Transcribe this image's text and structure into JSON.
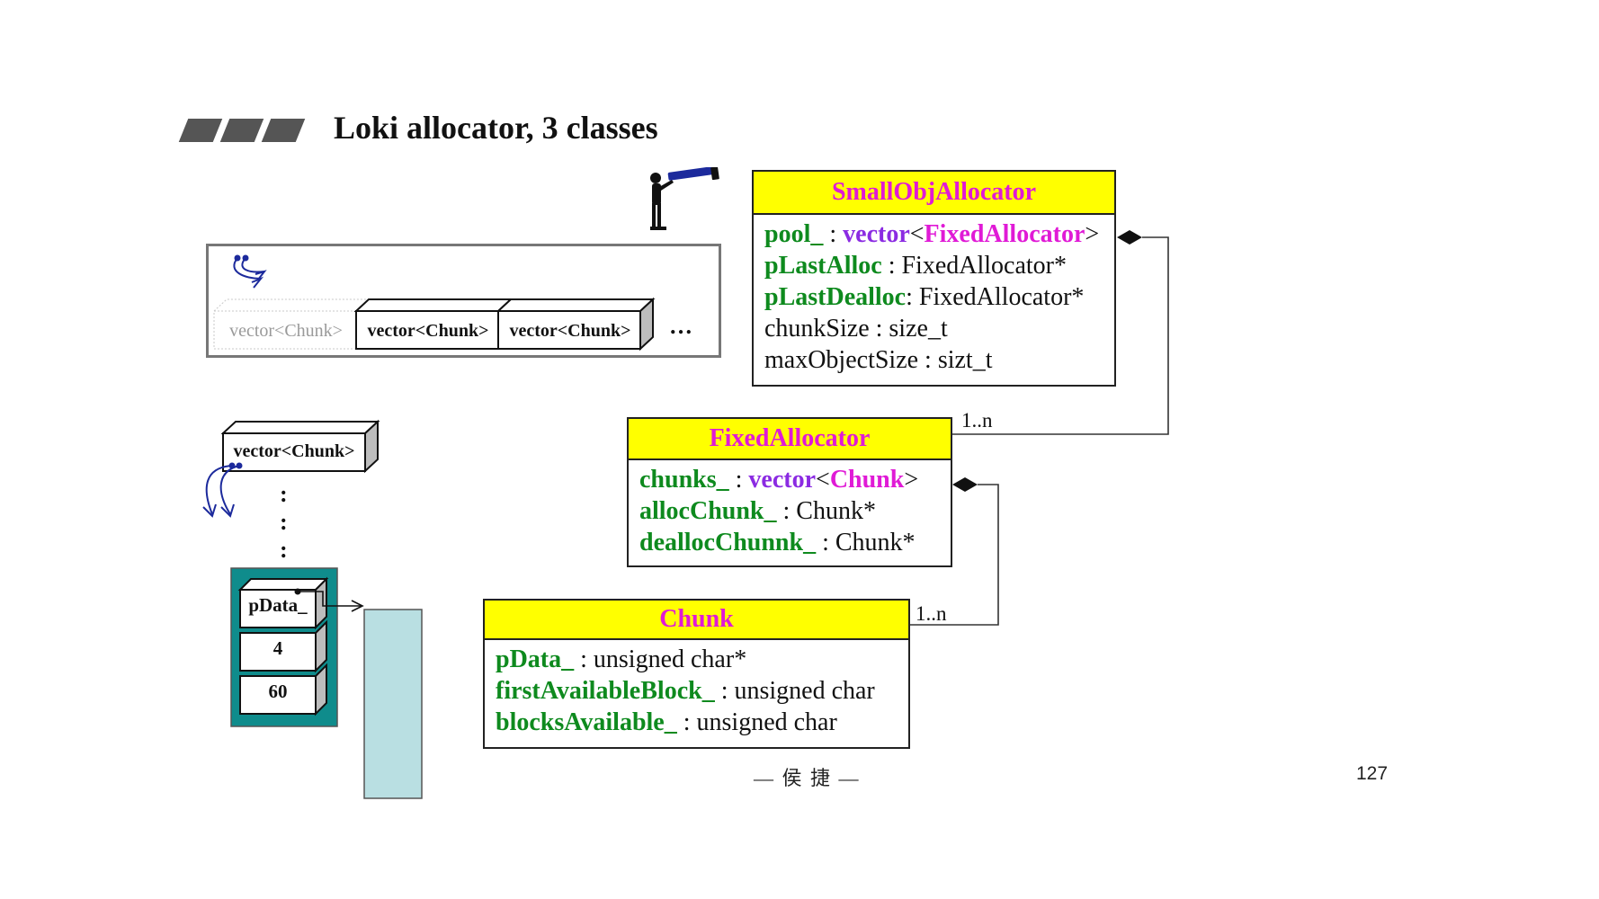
{
  "title": "Loki allocator, 3 classes",
  "classes": {
    "smallobj": {
      "name": "SmallObjAllocator",
      "rows": [
        {
          "name": "pool_",
          "sep": " : ",
          "type_a": "vector",
          "lt": "<",
          "type_b": "FixedAllocator",
          "gt": ">"
        },
        {
          "name": "pLastAlloc",
          "rest": " : FixedAllocator*"
        },
        {
          "name": "pLastDealloc",
          "rest": ": FixedAllocator*"
        },
        {
          "plain": "chunkSize : size_t"
        },
        {
          "plain": "maxObjectSize : sizt_t"
        }
      ]
    },
    "fixed": {
      "name": "FixedAllocator",
      "rows": [
        {
          "name": "chunks_",
          "sep": " : ",
          "type_a": "vector",
          "lt": "<",
          "type_b": "Chunk",
          "gt": ">"
        },
        {
          "name": "allocChunk_",
          "rest": " : Chunk*"
        },
        {
          "name": "deallocChunnk_",
          "rest": " : Chunk*"
        }
      ]
    },
    "chunk": {
      "name": "Chunk",
      "rows": [
        {
          "name": "pData_",
          "rest": " : unsigned char*"
        },
        {
          "name": "firstAvailableBlock_",
          "rest": " : unsigned char"
        },
        {
          "name": "blocksAvailable_",
          "rest": " : unsigned char"
        }
      ]
    }
  },
  "multiplicity": {
    "fixed": "1..n",
    "chunk": "1..n"
  },
  "illustration": {
    "vector_boxes": [
      "vector<Chunk>",
      "vector<Chunk>",
      "vector<Chunk>"
    ],
    "ellipsis": "…",
    "single_vector": "vector<Chunk>",
    "vertical_dots": [
      ":",
      ":",
      ":"
    ],
    "chunk_cells": [
      "pData_",
      "4",
      "60"
    ]
  },
  "colors": {
    "class_header_bg": "#ffff00",
    "class_name": "#e01ad6",
    "field_name": "#0e8a1e",
    "type_purple": "#8b2be2",
    "chunk_frame": "#0f8c8c",
    "memory_block": "#b9dfe2"
  },
  "icons": [
    "title-bars-icon",
    "telescope-person-icon",
    "pointer-arrow-icon"
  ],
  "footer": "— 侯 捷 —",
  "page_number": "127"
}
